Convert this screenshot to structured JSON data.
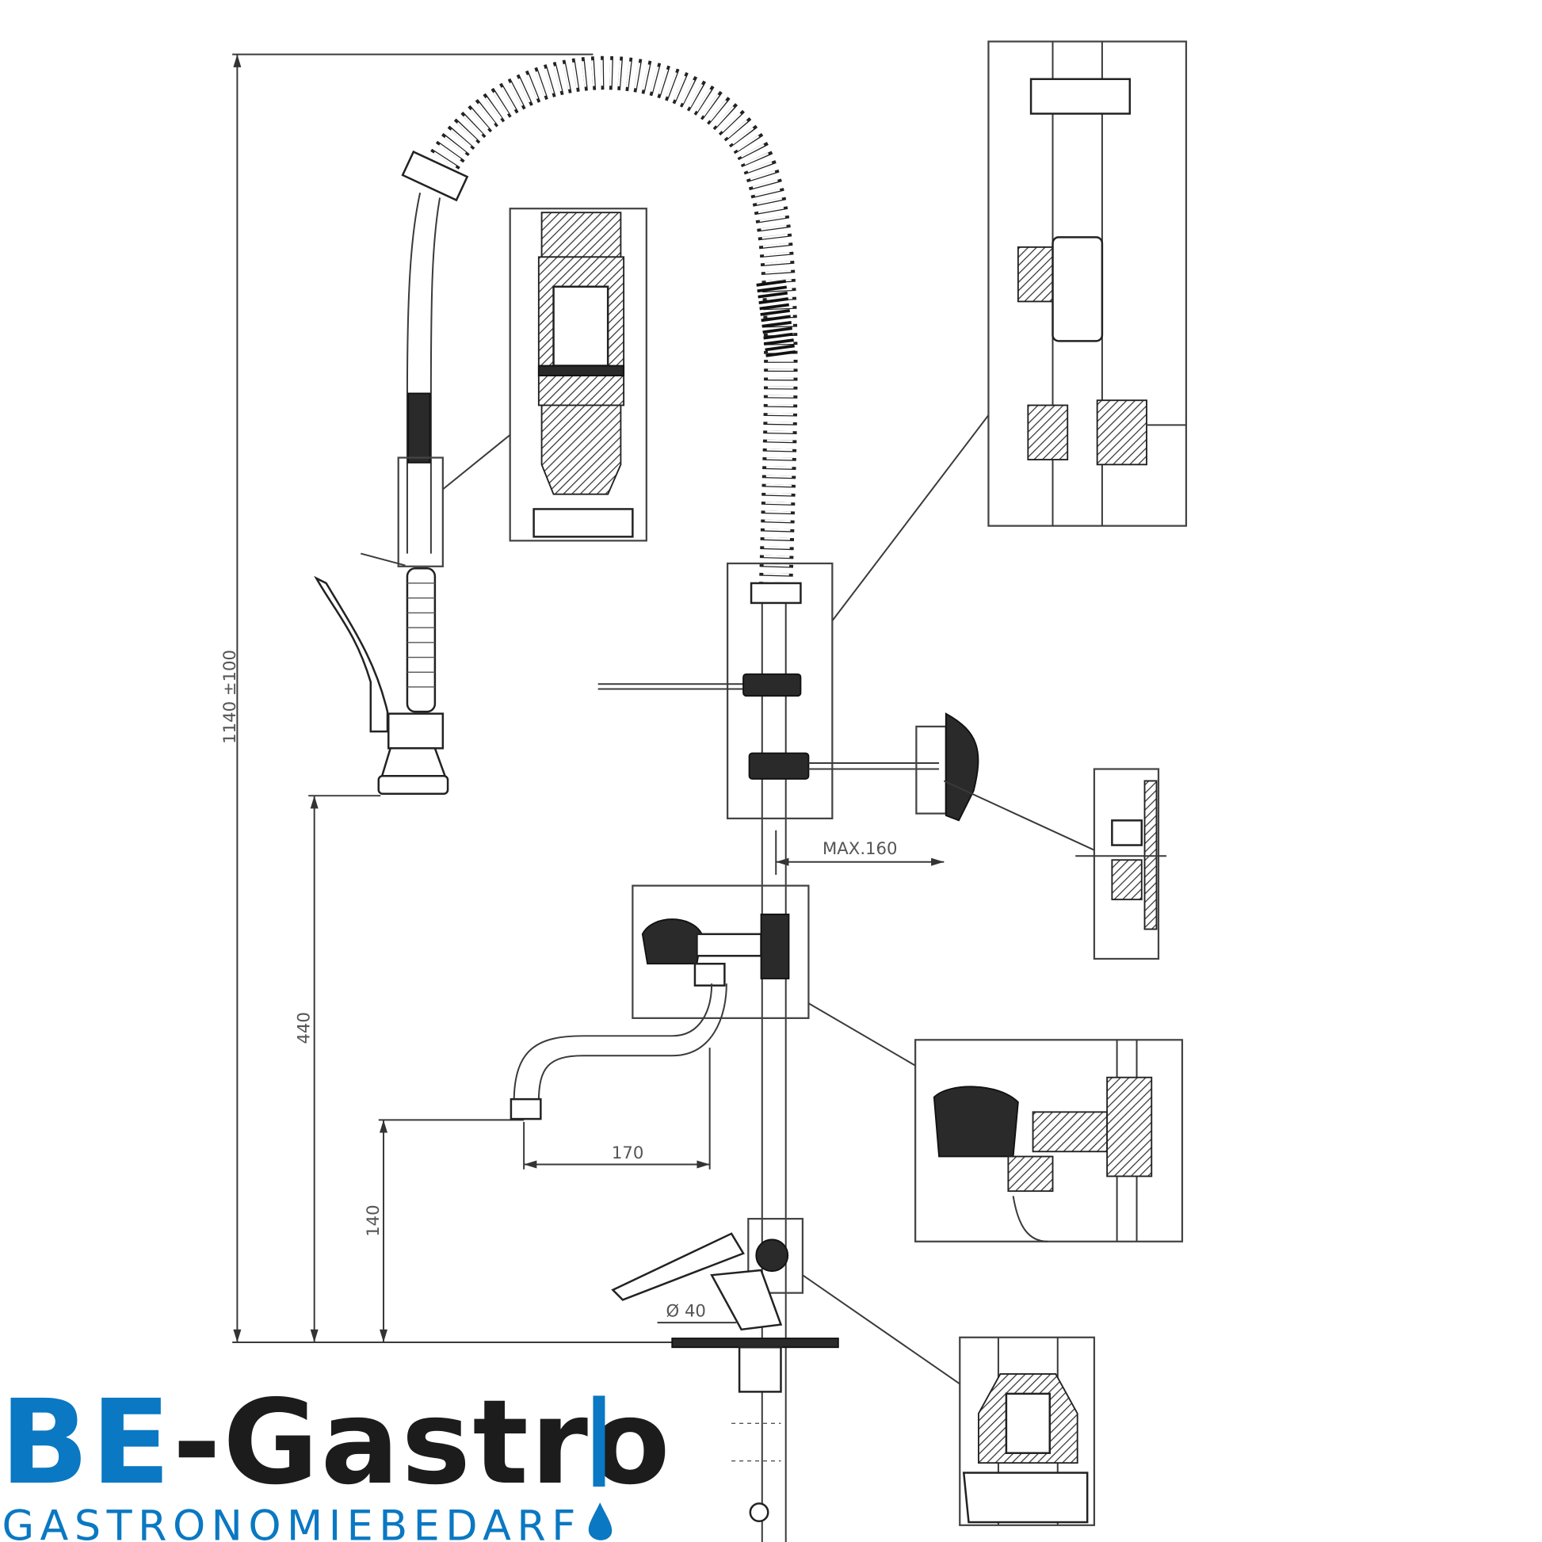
{
  "drawing": {
    "dimensions": {
      "total_height": "1140 ±100",
      "spray_height": "440",
      "spout_height": "140",
      "spout_reach": "170",
      "max_arm": "MAX.160",
      "hole_diameter": "Ø 40"
    }
  },
  "logo": {
    "brand_prefix": "BE",
    "brand_suffix": "-Gastro",
    "tagline": "GASTRONOMIEBEDARF",
    "colors": {
      "blue": "#0a78c2",
      "black": "#1c1c1c"
    }
  }
}
